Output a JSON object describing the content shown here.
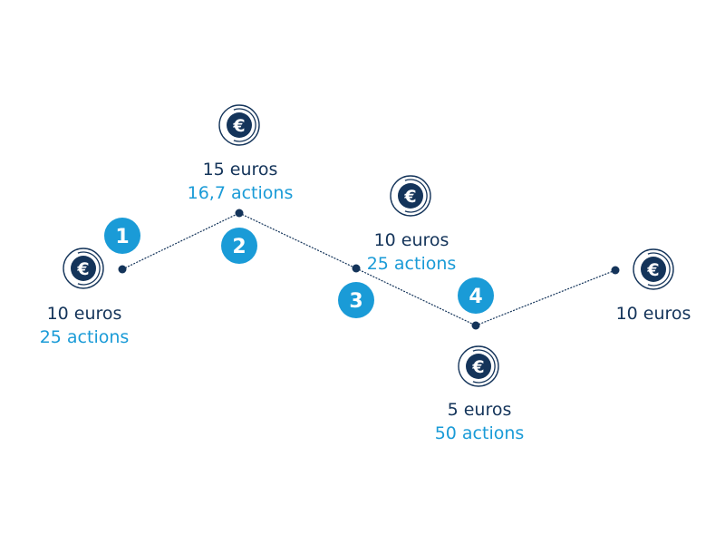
{
  "colors": {
    "dark": "#14345a",
    "accent": "#1a9bd7"
  },
  "icons": {
    "coin": "euro-coin-icon",
    "step": "numbered-step-badge"
  },
  "nodes": [
    {
      "id": "n1",
      "amount": "10 euros",
      "shares": "25 actions"
    },
    {
      "id": "n2",
      "amount": "15 euros",
      "shares": "16,7 actions"
    },
    {
      "id": "n3",
      "amount": "10 euros",
      "shares": "25 actions"
    },
    {
      "id": "n4",
      "amount": "5 euros",
      "shares": "50 actions"
    },
    {
      "id": "n5",
      "amount": "10 euros",
      "shares": ""
    }
  ],
  "steps": [
    "1",
    "2",
    "3",
    "4"
  ],
  "coin_symbol": "€"
}
